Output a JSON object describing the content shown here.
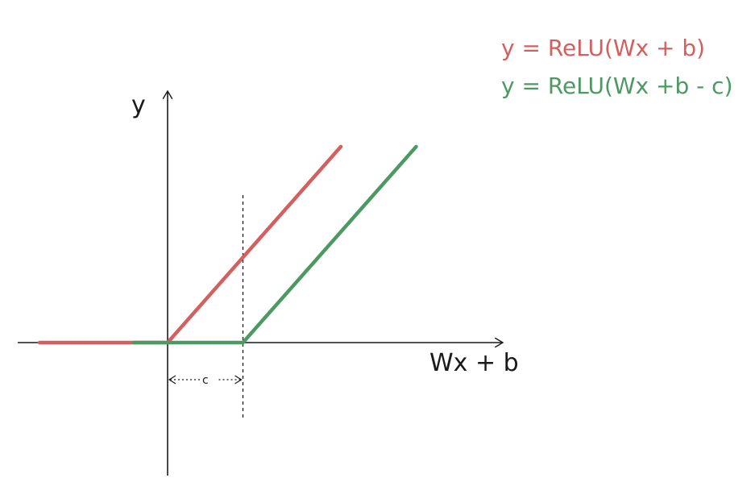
{
  "chart_data": {
    "type": "line",
    "title": "",
    "xlabel": "Wx + b",
    "ylabel": "y",
    "shift_label": "c",
    "c": 1,
    "xlim": [
      -2,
      4.5
    ],
    "ylim": [
      -1.8,
      3.4
    ],
    "grid": false,
    "legend_position": "top-right",
    "series": [
      {
        "name": "y = ReLU(Wx + b)",
        "color": "#d45f5f",
        "x": [
          -1.7,
          -0.45,
          0,
          2.3
        ],
        "y": [
          0,
          0,
          0,
          2.6
        ]
      },
      {
        "name": "y = ReLU(Wx +b - c)",
        "color": "#4c9a62",
        "x": [
          -0.45,
          0,
          1,
          3.3
        ],
        "y": [
          0,
          0,
          0,
          2.6
        ]
      }
    ]
  }
}
